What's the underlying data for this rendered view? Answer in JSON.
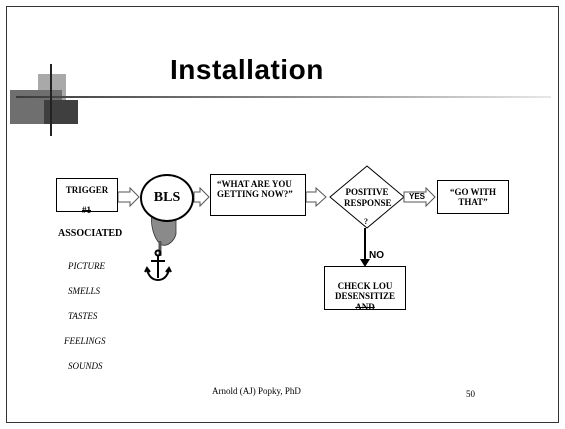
{
  "slide": {
    "title": "Installation",
    "footer_author": "Arnold (AJ) Popky, PhD",
    "page_number": "50"
  },
  "diagram": {
    "trigger_label": "TRIGGER",
    "trigger_number": "#1",
    "associated_label": "ASSOCIATED",
    "bls_label": "BLS",
    "question_box": "“WHAT ARE YOU GETTING NOW?”",
    "decision_line1": "POSITIVE",
    "decision_line2": "RESPONSE",
    "decision_mark": "?",
    "yes_label": "YES",
    "no_label": "NO",
    "go_with_that": "“GO WITH THAT”",
    "check_line1": "CHECK LOU",
    "check_line2": "DESENSITIZE",
    "check_line3": "AND",
    "associations": [
      "PICTURE",
      "SMELLS",
      "TASTES",
      "FEELINGS",
      "SOUNDS"
    ]
  },
  "icons": [
    "hand-tapping-icon",
    "anchor-icon"
  ]
}
